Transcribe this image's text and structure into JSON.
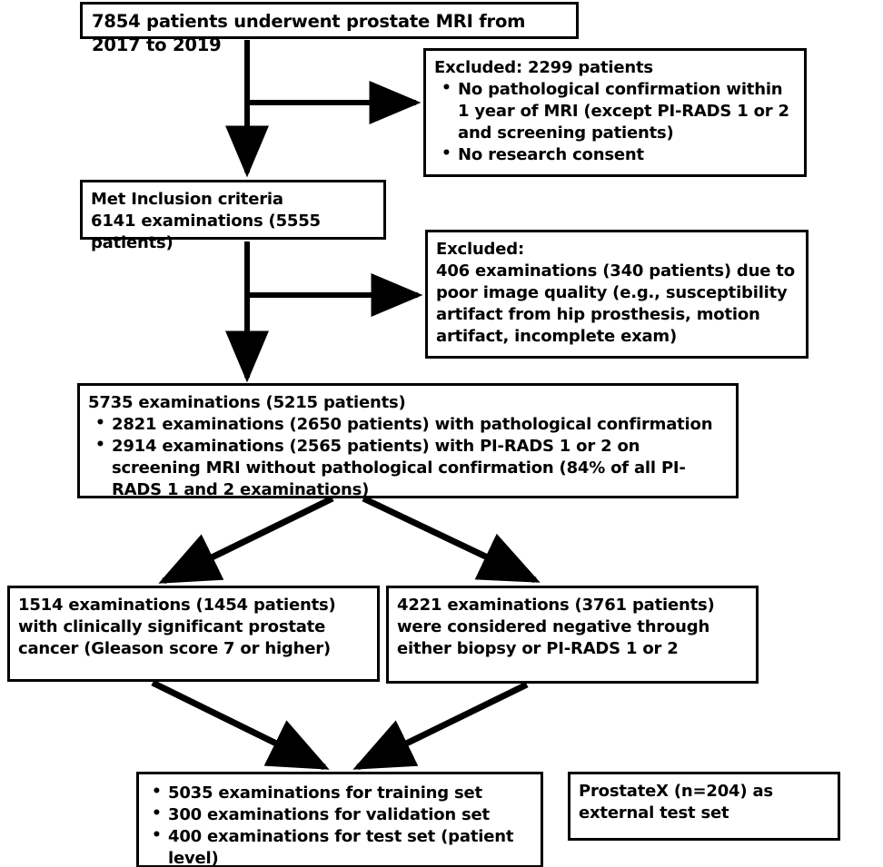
{
  "diagram": {
    "title": "Study cohort selection flowchart",
    "colors": {
      "stroke": "#000000",
      "fill": "#ffffff",
      "text": "#000000"
    },
    "nodes": {
      "top": {
        "name": "enrolled-cohort",
        "lines": [
          "7854 patients underwent prostate MRI from 2017 to 2019"
        ]
      },
      "excluded_1": {
        "name": "excluded-no-confirmation",
        "heading": "Excluded: 2299 patients",
        "bullets": [
          "No pathological confirmation within 1 year of MRI (except PI-RADS 1 or 2 and screening patients)",
          "No research consent"
        ]
      },
      "inclusion": {
        "name": "met-inclusion-criteria",
        "lines": [
          "Met Inclusion criteria",
          "6141 examinations (5555 patients)"
        ]
      },
      "excluded_2": {
        "name": "excluded-poor-image-quality",
        "heading": "Excluded:",
        "lines": [
          "406 examinations (340 patients) due to poor image quality (e.g., susceptibility artifact from hip prosthesis, motion artifact, incomplete exam)"
        ]
      },
      "eligible": {
        "name": "eligible-examinations",
        "heading": "5735 examinations (5215 patients)",
        "bullets": [
          "2821 examinations (2650 patients) with pathological confirmation",
          "2914 examinations (2565 patients) with PI-RADS 1 or 2 on screening MRI without pathological confirmation (84% of all PI-RADS 1 and 2 examinations)"
        ]
      },
      "positive": {
        "name": "clinically-significant-cancer",
        "lines": [
          "1514 examinations (1454 patients) with clinically significant prostate cancer (Gleason score 7 or higher)"
        ]
      },
      "negative": {
        "name": "considered-negative",
        "lines": [
          "4221 examinations (3761 patients) were considered negative through either biopsy or PI-RADS 1 or 2"
        ]
      },
      "splits": {
        "name": "dataset-splits",
        "bullets": [
          "5035 examinations for training set",
          "300 examinations for validation set",
          "400 examinations for test set (patient level)"
        ]
      },
      "external": {
        "name": "external-test-set",
        "lines": [
          "ProstateX (n=204) as external test set"
        ]
      }
    },
    "connectors": [
      {
        "name": "arrow-top-to-inclusion",
        "type": "vertical-arrow"
      },
      {
        "name": "arrow-top-to-excluded-1",
        "type": "horizontal-arrow"
      },
      {
        "name": "arrow-inclusion-to-eligible",
        "type": "vertical-arrow"
      },
      {
        "name": "arrow-inclusion-to-excluded-2",
        "type": "horizontal-arrow"
      },
      {
        "name": "arrow-eligible-to-positive",
        "type": "diagonal-arrow"
      },
      {
        "name": "arrow-eligible-to-negative",
        "type": "diagonal-arrow"
      },
      {
        "name": "arrow-positive-to-splits",
        "type": "diagonal-arrow"
      },
      {
        "name": "arrow-negative-to-splits",
        "type": "diagonal-arrow"
      }
    ]
  }
}
